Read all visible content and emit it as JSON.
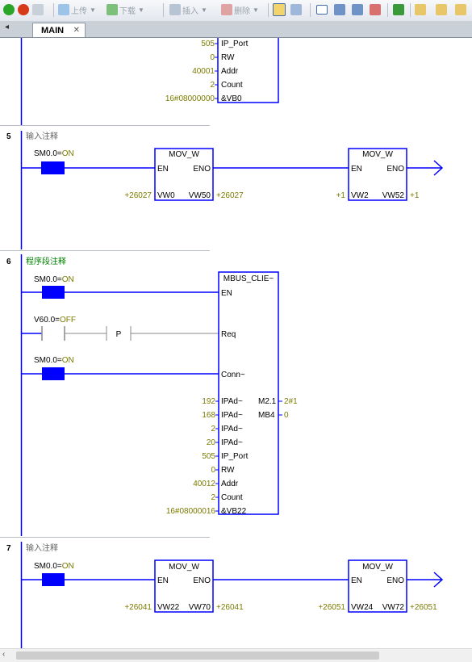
{
  "toolbar": {
    "upload_label": "上传",
    "download_label": "下载",
    "insert_label": "插入",
    "delete_label": "删除"
  },
  "tabs": [
    {
      "label": "MAIN"
    }
  ],
  "colors": {
    "wire": "#0000ff",
    "value": "#7a7a00",
    "network_label": "#008000",
    "contact_fill": "#0000ff"
  },
  "networks": {
    "top_partial": {
      "params": [
        {
          "value": "505",
          "name": "IP_Port"
        },
        {
          "value": "0",
          "name": "RW"
        },
        {
          "value": "40001",
          "name": "Addr"
        },
        {
          "value": "2",
          "name": "Count"
        },
        {
          "value": "16#08000000",
          "name": "&VB0"
        }
      ]
    },
    "n5": {
      "number": "5",
      "comment": "输入注释",
      "contact": {
        "name": "SM0.0",
        "state": "ON"
      },
      "box1": {
        "title": "MOV_W",
        "en": "EN",
        "eno": "ENO",
        "in_pin": "VW0",
        "out_pin": "VW50",
        "in_value": "+26027",
        "out_value": "+26027"
      },
      "box2": {
        "title": "MOV_W",
        "en": "EN",
        "eno": "ENO",
        "in_pin": "VW2",
        "out_pin": "VW52",
        "in_value": "+1",
        "out_value": "+1"
      }
    },
    "n6": {
      "number": "6",
      "comment": "程序段注释",
      "contact1": {
        "name": "SM0.0",
        "state": "ON"
      },
      "contact2": {
        "name": "V60.0",
        "state": "OFF",
        "p_label": "P"
      },
      "contact3": {
        "name": "SM0.0",
        "state": "ON"
      },
      "box": {
        "title": "MBUS_CLIE~",
        "en": "EN",
        "req": "Req",
        "conn": "Conn~",
        "out1_pin": "M2.1",
        "out1_value": "2#1",
        "out2_pin": "MB4",
        "out2_value": "0",
        "params": [
          {
            "value": "192",
            "name": "IPAd~"
          },
          {
            "value": "168",
            "name": "IPAd~"
          },
          {
            "value": "2",
            "name": "IPAd~"
          },
          {
            "value": "20",
            "name": "IPAd~"
          },
          {
            "value": "505",
            "name": "IP_Port"
          },
          {
            "value": "0",
            "name": "RW"
          },
          {
            "value": "40012",
            "name": "Addr"
          },
          {
            "value": "2",
            "name": "Count"
          },
          {
            "value": "16#08000016",
            "name": "&VB22"
          }
        ]
      }
    },
    "n7": {
      "number": "7",
      "comment": "输入注释",
      "contact": {
        "name": "SM0.0",
        "state": "ON"
      },
      "box1": {
        "title": "MOV_W",
        "en": "EN",
        "eno": "ENO",
        "in_pin": "VW22",
        "out_pin": "VW70",
        "in_value": "+26041",
        "out_value": "+26041"
      },
      "box2": {
        "title": "MOV_W",
        "en": "EN",
        "eno": "ENO",
        "in_pin": "VW24",
        "out_pin": "VW72",
        "in_value": "+26051",
        "out_value": "+26051"
      }
    }
  }
}
